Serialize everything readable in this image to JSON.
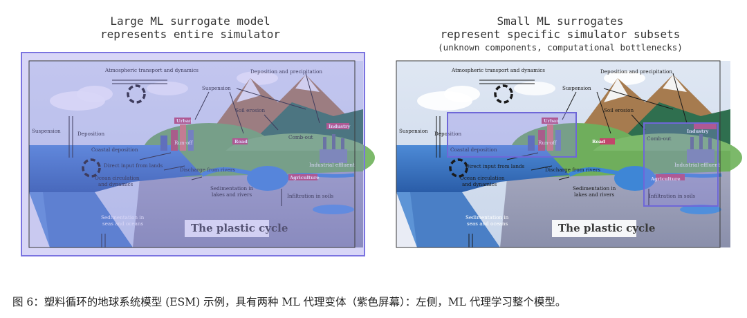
{
  "left_panel": {
    "title_line1": "Large ML surrogate model",
    "title_line2": "represents entire simulator"
  },
  "right_panel": {
    "title_line1": "Small ML surrogates",
    "title_line2": "represent specific simulator subsets",
    "title_line3": "(unknown components, computational bottlenecks)"
  },
  "diagram": {
    "atmospheric": "Atmospheric transport and dynamics",
    "deposition_precip": "Deposition and precipitation",
    "suspension_top": "Suspension",
    "soil_erosion": "Soil erosion",
    "urban": "Urban",
    "industry": "Industry",
    "suspension_left": "Suspension",
    "deposition_left": "Deposition",
    "runoff": "Run-off",
    "road": "Road",
    "combout": "Comb-out",
    "coastal_deposition": "Coastal deposition",
    "direct_input": "Direct input from lands",
    "industrial_effluent": "Industrial effluent",
    "discharge": "Discharge from rivers",
    "ocean_circ_1": "Ocean circulation",
    "ocean_circ_2": "and dynamics",
    "agriculture": "Agriculture",
    "sed_lakes_1": "Sedimentation in",
    "sed_lakes_2": "lakes and rivers",
    "infiltration": "Infiltration in soils",
    "sed_seas_1": "Sedimentation in",
    "sed_seas_2": "seas and oceans",
    "plastic_cycle": "The plastic cycle"
  },
  "caption": "图 6：塑料循环的地球系统模型 (ESM) 示例，具有两种 ML 代理变体（紫色屏幕）：左侧，ML 代理学习整个模型。",
  "colors": {
    "overlay_purple": "#8a84e8",
    "tag_pink": "#c2456b",
    "sea_blue": "#3f7fd1",
    "ocean_floor": "#8a9cc4"
  }
}
